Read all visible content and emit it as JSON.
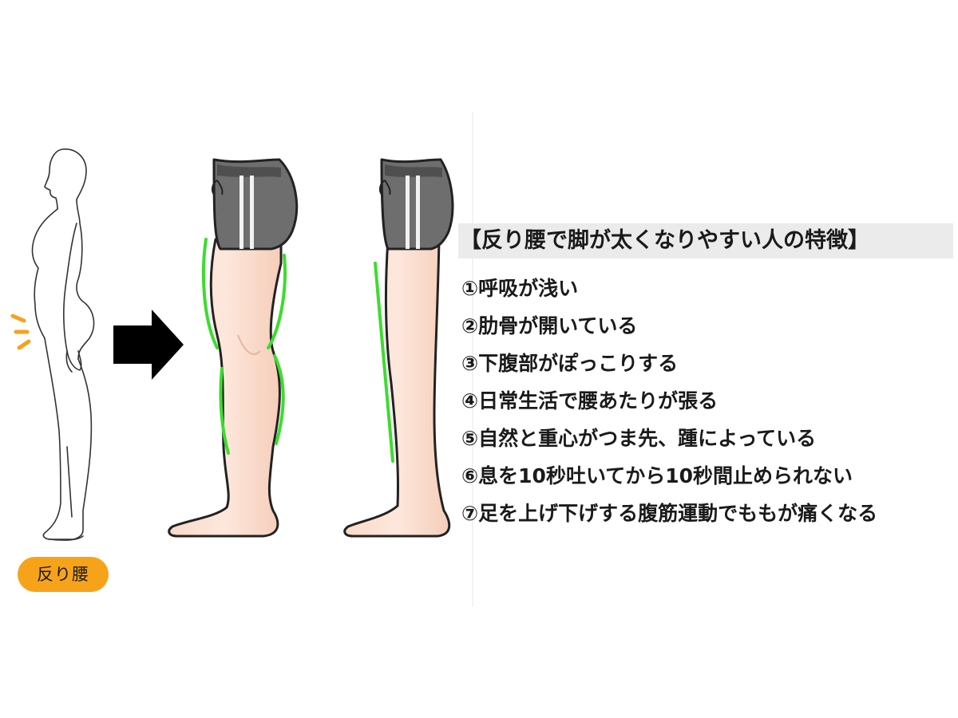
{
  "badge": {
    "label": "反り腰"
  },
  "panel": {
    "title": "【反り腰で脚が太くなりやすい人の特徴】",
    "items": [
      "①呼吸が浅い",
      "②肋骨が開いている",
      "③下腹部がぽっこりする",
      "④日常生活で腰あたりが張る",
      "⑤自然と重心がつま先、踵によっている",
      "⑥息を10秒吐いてから10秒間止められない",
      "⑦足を上げ下げする腹筋運動でももが痛くなる"
    ]
  },
  "colors": {
    "badge": "#f7a31a",
    "accent_marks": "#f7a31a",
    "highlight_lines": "#3ddc2e",
    "shorts": "#6e6e6e",
    "skin": "#fde3d4",
    "arrow": "#000000",
    "title_band": "#ebebeb"
  }
}
